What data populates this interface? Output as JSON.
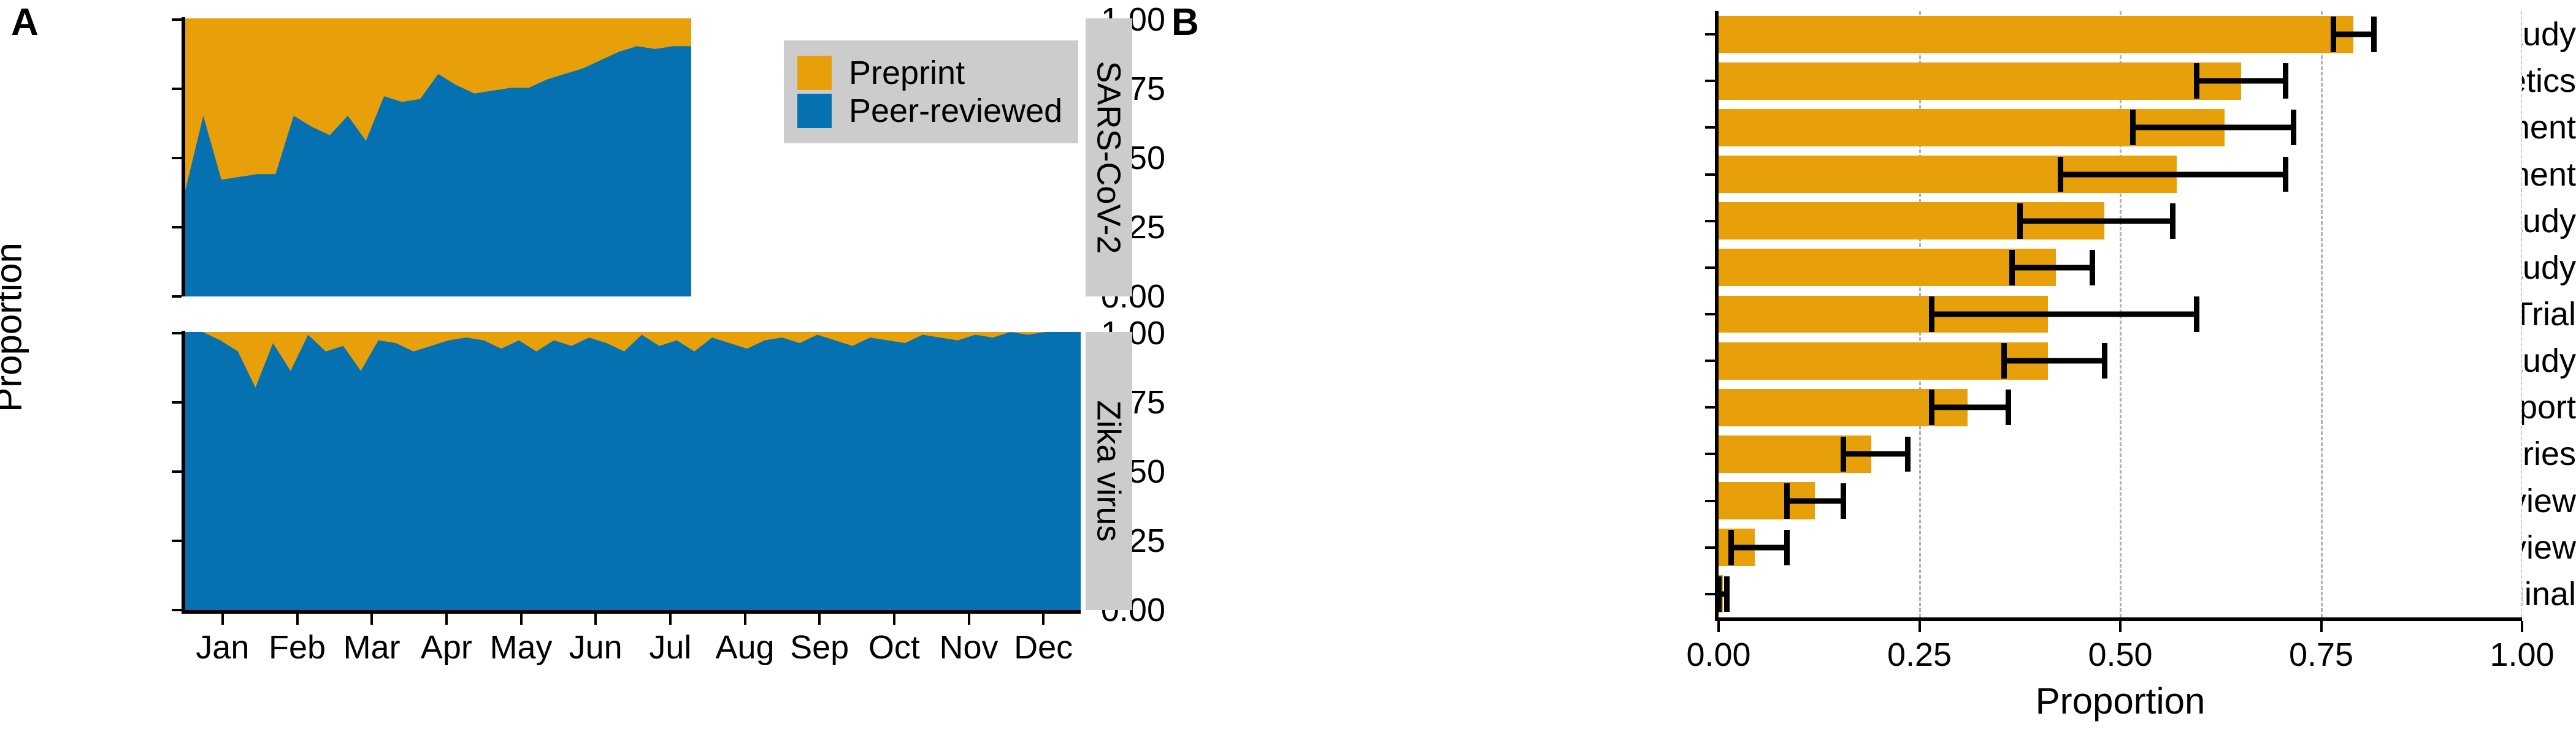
{
  "figure": {
    "panelA_letter": "A",
    "panelB_letter": "B"
  },
  "panelA": {
    "y_axis_title": "Proportion",
    "y_ticks": [
      "0.00",
      "0.25",
      "0.50",
      "0.75",
      "1.00"
    ],
    "x_ticks": [
      "Jan",
      "Feb",
      "Mar",
      "Apr",
      "May",
      "Jun",
      "Jul",
      "Aug",
      "Sep",
      "Oct",
      "Nov",
      "Dec"
    ],
    "facets": [
      "SARS-CoV-2",
      "Zika virus"
    ],
    "legend": {
      "items": [
        {
          "label": "Preprint",
          "color": "#e8a00a"
        },
        {
          "label": "Peer-reviewed",
          "color": "#0571b0"
        }
      ]
    }
  },
  "panelB": {
    "x_axis_title": "Proportion",
    "x_ticks": [
      "0.00",
      "0.25",
      "0.50",
      "0.75",
      "1.00"
    ]
  },
  "colors": {
    "preprint": "#e8a00a",
    "peer_reviewed": "#0571b0",
    "strip_background": "#cccccc",
    "gridline": "#b0b0b0",
    "axis": "#000000"
  },
  "chart_data": [
    {
      "id": "panelA-sars",
      "type": "area",
      "title": "",
      "facet": "SARS-CoV-2",
      "xlabel": "",
      "ylabel": "Proportion",
      "ylim": [
        0,
        1
      ],
      "stacked": true,
      "grid": false,
      "legend_position": "top-right-inside",
      "categories": [
        "Jan",
        "Feb",
        "Mar",
        "Apr",
        "May",
        "Jun",
        "Jul"
      ],
      "x_note": "weekly observations spanning Jan through mid-Jul",
      "series": [
        {
          "name": "Peer-reviewed",
          "color": "#0571b0",
          "values": [
            0.38,
            0.65,
            0.42,
            0.43,
            0.44,
            0.44,
            0.65,
            0.61,
            0.58,
            0.65,
            0.56,
            0.72,
            0.7,
            0.71,
            0.8,
            0.76,
            0.73,
            0.74,
            0.75,
            0.75,
            0.78,
            0.8,
            0.82,
            0.85,
            0.88,
            0.9,
            0.89,
            0.9,
            0.9
          ]
        },
        {
          "name": "Preprint",
          "color": "#e8a00a",
          "values": [
            0.62,
            0.35,
            0.58,
            0.57,
            0.56,
            0.56,
            0.35,
            0.39,
            0.42,
            0.35,
            0.44,
            0.28,
            0.3,
            0.29,
            0.2,
            0.24,
            0.27,
            0.26,
            0.25,
            0.25,
            0.22,
            0.2,
            0.18,
            0.15,
            0.12,
            0.1,
            0.11,
            0.1,
            0.1
          ]
        }
      ]
    },
    {
      "id": "panelA-zika",
      "type": "area",
      "title": "",
      "facet": "Zika virus",
      "xlabel": "",
      "ylabel": "Proportion",
      "ylim": [
        0,
        1
      ],
      "stacked": true,
      "grid": false,
      "categories": [
        "Jan",
        "Feb",
        "Mar",
        "Apr",
        "May",
        "Jun",
        "Jul",
        "Aug",
        "Sep",
        "Oct",
        "Nov",
        "Dec"
      ],
      "x_note": "weekly observations spanning the full year",
      "series": [
        {
          "name": "Peer-reviewed",
          "color": "#0571b0",
          "values": [
            1.0,
            1.0,
            0.97,
            0.93,
            0.8,
            0.96,
            0.86,
            0.99,
            0.93,
            0.95,
            0.86,
            0.97,
            0.96,
            0.93,
            0.95,
            0.97,
            0.98,
            0.97,
            0.94,
            0.97,
            0.93,
            0.97,
            0.95,
            0.98,
            0.96,
            0.93,
            0.99,
            0.95,
            0.97,
            0.93,
            0.98,
            0.96,
            0.94,
            0.97,
            0.98,
            0.96,
            0.99,
            0.97,
            0.95,
            0.98,
            0.97,
            0.96,
            0.99,
            0.98,
            0.97,
            0.99,
            0.98,
            1.0,
            0.99,
            1.0,
            1.0,
            1.0
          ]
        },
        {
          "name": "Preprint",
          "color": "#e8a00a",
          "values": [
            0.0,
            0.0,
            0.03,
            0.07,
            0.2,
            0.04,
            0.14,
            0.01,
            0.07,
            0.05,
            0.14,
            0.03,
            0.04,
            0.07,
            0.05,
            0.03,
            0.02,
            0.03,
            0.06,
            0.03,
            0.07,
            0.03,
            0.05,
            0.02,
            0.04,
            0.07,
            0.01,
            0.05,
            0.03,
            0.07,
            0.02,
            0.04,
            0.06,
            0.03,
            0.02,
            0.04,
            0.01,
            0.03,
            0.05,
            0.02,
            0.03,
            0.04,
            0.01,
            0.02,
            0.03,
            0.01,
            0.02,
            0.0,
            0.01,
            0.0,
            0.0,
            0.0
          ]
        }
      ]
    },
    {
      "id": "panelB",
      "type": "bar",
      "orientation": "horizontal",
      "title": "",
      "xlabel": "Proportion",
      "ylabel": "",
      "xlim": [
        0,
        1
      ],
      "grid": "vertical-dashed",
      "bar_color": "#e8a00a",
      "categories": [
        "Modelling study",
        "Sequencing and phylogenetics",
        "In vitro experiment",
        "Animal experiment",
        "Case-control study",
        "Cross-sectional study",
        "Trial",
        "Cohort study",
        "Case report",
        "Case series",
        "Review",
        "Basic research review",
        "Non-original"
      ],
      "values": [
        0.79,
        0.65,
        0.63,
        0.57,
        0.48,
        0.42,
        0.41,
        0.41,
        0.31,
        0.19,
        0.12,
        0.045,
        0.005
      ],
      "err_low": [
        0.765,
        0.595,
        0.515,
        0.425,
        0.375,
        0.365,
        0.265,
        0.355,
        0.265,
        0.155,
        0.085,
        0.015,
        0.0
      ],
      "err_high": [
        0.815,
        0.705,
        0.715,
        0.705,
        0.565,
        0.465,
        0.595,
        0.48,
        0.36,
        0.235,
        0.155,
        0.085,
        0.01
      ],
      "error_bar_type": "95% confidence interval"
    }
  ]
}
